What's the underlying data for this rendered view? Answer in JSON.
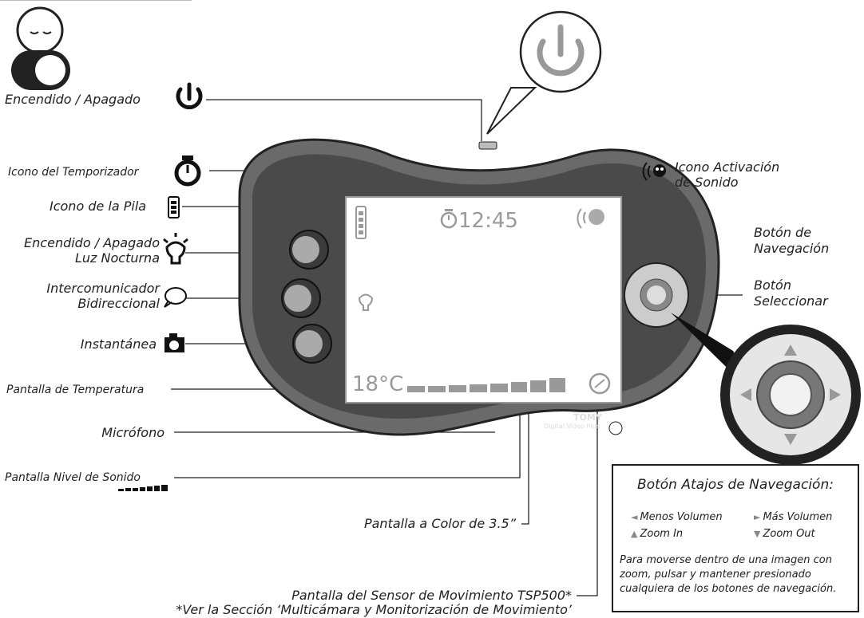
{
  "labels": {
    "power": "Encendido / Apagado",
    "timer_icon": "Icono del Temporizador",
    "battery_icon": "Icono de la Pila",
    "nightlight_line1": "Encendido / Apagado",
    "nightlight_line2": "Luz Nocturna",
    "intercom_line1": "Intercomunicador",
    "intercom_line2": "Bidireccional",
    "snapshot": "Instantánea",
    "temperature_display": "Pantalla de Temperatura",
    "microphone": "Micrófono",
    "sound_level_display": "Pantalla Nivel de Sonido",
    "color_screen": "Pantalla a Color de 3.5”",
    "motion_sensor_display": "Pantalla del Sensor de Movimiento TSP500*",
    "motion_sensor_note": "*Ver la Sección ‘Multicámara y Monitorización de Movimiento’",
    "sound_activation_line1": "Icono Activación",
    "sound_activation_line2": "de Sonido",
    "nav_button_line1": "Botón de",
    "nav_button_line2": "Navegación",
    "select_button_line1": "Botón",
    "select_button_line2": "Seleccionar"
  },
  "screen": {
    "timer_value": "12:45",
    "temperature": "18°C",
    "sound_level_bars": 8
  },
  "device": {
    "brand": "TOMY",
    "model": "Digital Video Plus"
  },
  "shortcuts_box": {
    "title": "Botón Atajos de Navegación:",
    "volume_down": "Menos Volumen",
    "volume_up": "Más Volumen",
    "zoom_in": "Zoom In",
    "zoom_out": "Zoom Out",
    "note": "Para moverse dentro de una imagen con zoom, pulsar y mantener presionado cualquiera de los botones de navegación."
  },
  "icons": [
    "baby-parent-icon",
    "power-icon",
    "timer-icon",
    "battery-icon",
    "nightlight-icon",
    "speech-bubble-icon",
    "camera-icon",
    "sound-activation-icon",
    "motion-sensor-icon"
  ],
  "colors": {
    "line": "#222222",
    "device_grey": "#8c8c8c",
    "screen_text": "#9a9a9a"
  }
}
